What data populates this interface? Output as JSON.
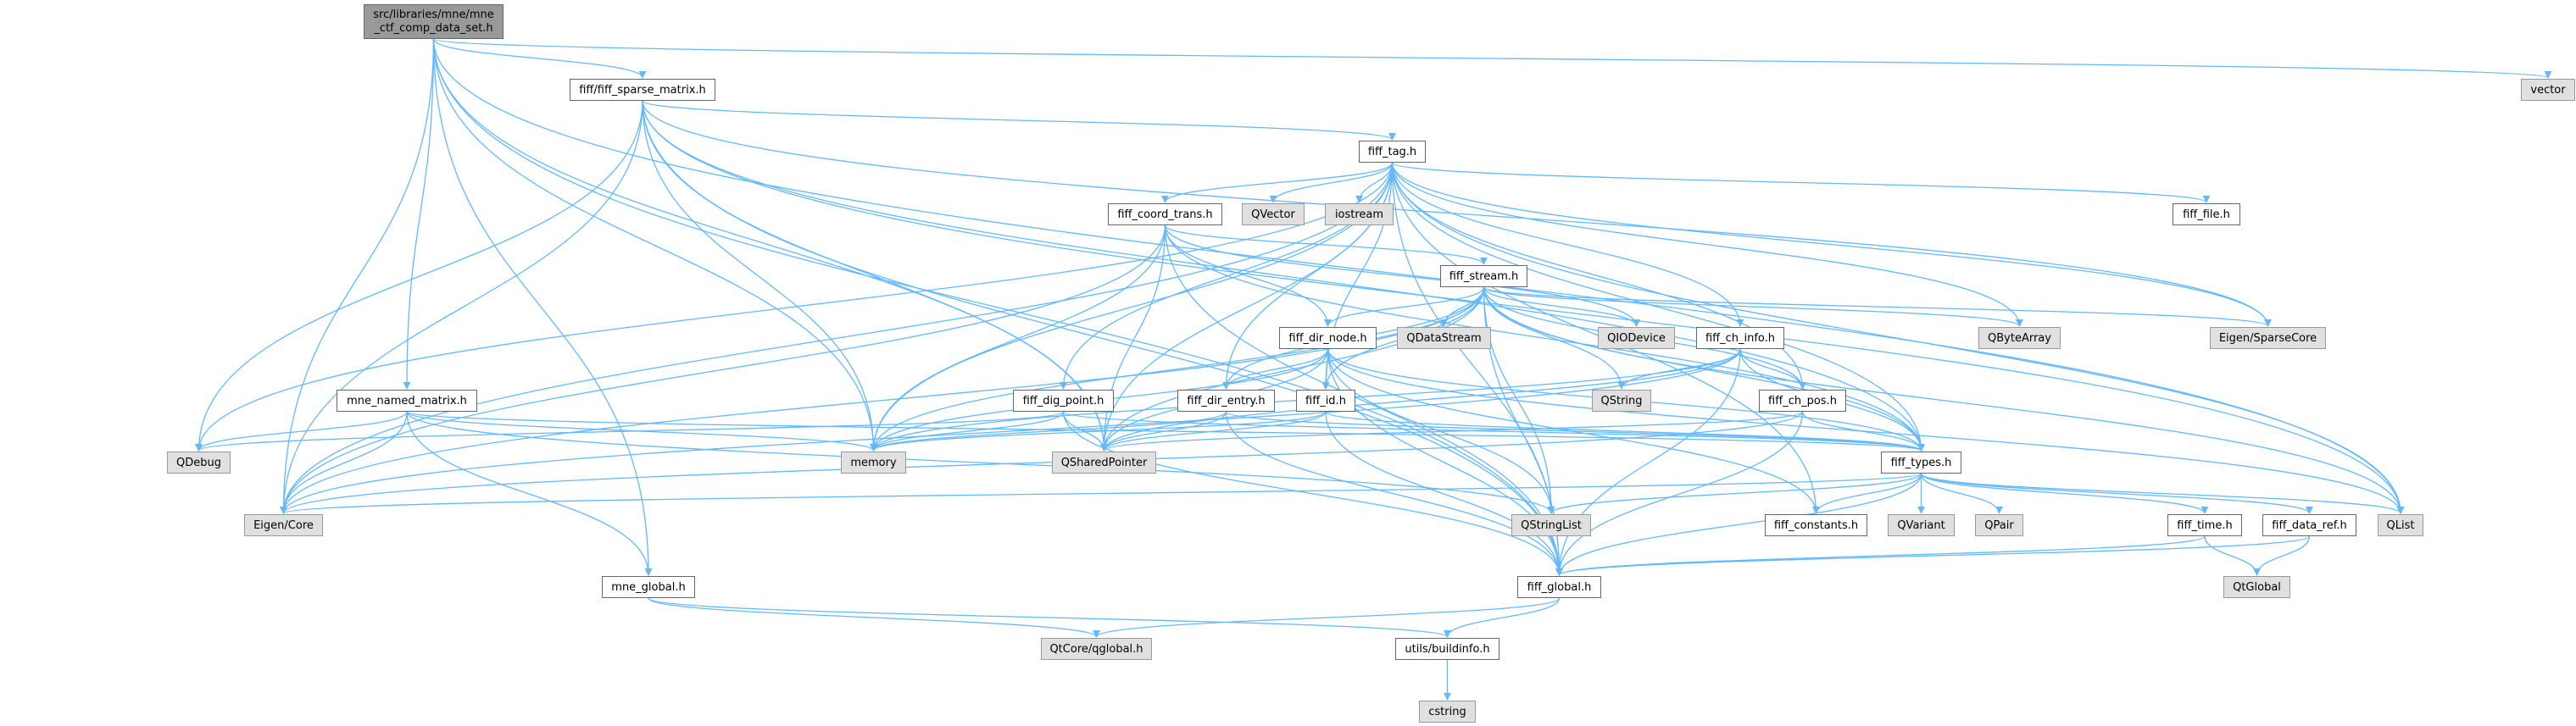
{
  "graph": {
    "title": "Include dependency graph",
    "colors": {
      "edge": "#63b8ff",
      "root_fill": "#999999",
      "external_fill": "#e0e0e0",
      "internal_fill": "#ffffff"
    },
    "root": {
      "id": "root",
      "label_line1": "src/libraries/mne/mne",
      "label_line2": "_ctf_comp_data_set.h"
    },
    "nodes": {
      "vector": "vector",
      "sparse": "fiff/fiff_sparse_matrix.h",
      "tag": "fiff_tag.h",
      "coord": "fiff_coord_trans.h",
      "qvector": "QVector",
      "iostream": "iostream",
      "file": "fiff_file.h",
      "stream": "fiff_stream.h",
      "dirnode": "fiff_dir_node.h",
      "qdatastream": "QDataStream",
      "qiodevice": "QIODevice",
      "chinfo": "fiff_ch_info.h",
      "qbytearray": "QByteArray",
      "sparsecore": "Eigen/SparseCore",
      "named": "mne_named_matrix.h",
      "digpoint": "fiff_dig_point.h",
      "direntry": "fiff_dir_entry.h",
      "id": "fiff_id.h",
      "qstring": "QString",
      "chpos": "fiff_ch_pos.h",
      "qdebug": "QDebug",
      "memory": "memory",
      "qshared": "QSharedPointer",
      "types": "fiff_types.h",
      "eigencore": "Eigen/Core",
      "qstringlist": "QStringList",
      "constants": "fiff_constants.h",
      "qvariant": "QVariant",
      "qpair": "QPair",
      "time": "fiff_time.h",
      "dataref": "fiff_data_ref.h",
      "qlist": "QList",
      "mneglobal": "mne_global.h",
      "global": "fiff_global.h",
      "qtglobal": "QtGlobal",
      "qglobal": "QtCore/qglobal.h",
      "buildinfo": "utils/buildinfo.h",
      "cstring": "cstring"
    },
    "external": [
      "vector",
      "qvector",
      "iostream",
      "qdatastream",
      "qiodevice",
      "qbytearray",
      "sparsecore",
      "qstring",
      "qdebug",
      "memory",
      "qshared",
      "eigencore",
      "qstringlist",
      "qvariant",
      "qpair",
      "qlist",
      "qtglobal",
      "qglobal",
      "cstring"
    ],
    "edges": [
      [
        "root",
        "vector"
      ],
      [
        "root",
        "sparse"
      ],
      [
        "root",
        "named"
      ],
      [
        "root",
        "mneglobal"
      ],
      [
        "root",
        "eigencore"
      ],
      [
        "root",
        "memory"
      ],
      [
        "root",
        "qshared"
      ],
      [
        "root",
        "qlist"
      ],
      [
        "root",
        "global"
      ],
      [
        "sparse",
        "tag"
      ],
      [
        "sparse",
        "types"
      ],
      [
        "sparse",
        "global"
      ],
      [
        "sparse",
        "sparsecore"
      ],
      [
        "sparse",
        "qdebug"
      ],
      [
        "sparse",
        "eigencore"
      ],
      [
        "sparse",
        "memory"
      ],
      [
        "sparse",
        "qshared"
      ],
      [
        "sparse",
        "qlist"
      ],
      [
        "tag",
        "coord"
      ],
      [
        "tag",
        "qvector"
      ],
      [
        "tag",
        "iostream"
      ],
      [
        "tag",
        "file"
      ],
      [
        "tag",
        "chinfo"
      ],
      [
        "tag",
        "digpoint"
      ],
      [
        "tag",
        "direntry"
      ],
      [
        "tag",
        "id"
      ],
      [
        "tag",
        "qbytearray"
      ],
      [
        "tag",
        "sparsecore"
      ],
      [
        "tag",
        "qlist"
      ],
      [
        "tag",
        "global"
      ],
      [
        "tag",
        "types"
      ],
      [
        "tag",
        "chpos"
      ],
      [
        "tag",
        "constants"
      ],
      [
        "tag",
        "memory"
      ],
      [
        "tag",
        "qshared"
      ],
      [
        "tag",
        "qdebug"
      ],
      [
        "tag",
        "eigencore"
      ],
      [
        "coord",
        "stream"
      ],
      [
        "coord",
        "dirnode"
      ],
      [
        "coord",
        "qiodevice"
      ],
      [
        "coord",
        "types"
      ],
      [
        "coord",
        "memory"
      ],
      [
        "coord",
        "qshared"
      ],
      [
        "coord",
        "eigencore"
      ],
      [
        "coord",
        "global"
      ],
      [
        "stream",
        "dirnode"
      ],
      [
        "stream",
        "qdatastream"
      ],
      [
        "stream",
        "qiodevice"
      ],
      [
        "stream",
        "qstring"
      ],
      [
        "stream",
        "qbytearray"
      ],
      [
        "stream",
        "sparsecore"
      ],
      [
        "stream",
        "qlist"
      ],
      [
        "stream",
        "qstringlist"
      ],
      [
        "stream",
        "types"
      ],
      [
        "stream",
        "global"
      ],
      [
        "stream",
        "direntry"
      ],
      [
        "stream",
        "id"
      ],
      [
        "stream",
        "memory"
      ],
      [
        "stream",
        "qshared"
      ],
      [
        "stream",
        "eigencore"
      ],
      [
        "stream",
        "chpos"
      ],
      [
        "dirnode",
        "direntry"
      ],
      [
        "dirnode",
        "id"
      ],
      [
        "dirnode",
        "types"
      ],
      [
        "dirnode",
        "global"
      ],
      [
        "dirnode",
        "memory"
      ],
      [
        "dirnode",
        "qshared"
      ],
      [
        "dirnode",
        "qstringlist"
      ],
      [
        "dirnode",
        "qlist"
      ],
      [
        "dirnode",
        "constants"
      ],
      [
        "chinfo",
        "qstring"
      ],
      [
        "chinfo",
        "chpos"
      ],
      [
        "chinfo",
        "types"
      ],
      [
        "chinfo",
        "global"
      ],
      [
        "chinfo",
        "memory"
      ],
      [
        "chinfo",
        "qshared"
      ],
      [
        "chinfo",
        "eigencore"
      ],
      [
        "chpos",
        "types"
      ],
      [
        "chpos",
        "global"
      ],
      [
        "chpos",
        "qshared"
      ],
      [
        "chpos",
        "eigencore"
      ],
      [
        "digpoint",
        "types"
      ],
      [
        "digpoint",
        "global"
      ],
      [
        "digpoint",
        "qdebug"
      ],
      [
        "digpoint",
        "memory"
      ],
      [
        "digpoint",
        "qshared"
      ],
      [
        "direntry",
        "types"
      ],
      [
        "direntry",
        "global"
      ],
      [
        "direntry",
        "memory"
      ],
      [
        "direntry",
        "qshared"
      ],
      [
        "id",
        "types"
      ],
      [
        "id",
        "global"
      ],
      [
        "id",
        "memory"
      ],
      [
        "id",
        "qshared"
      ],
      [
        "types",
        "constants"
      ],
      [
        "types",
        "qvariant"
      ],
      [
        "types",
        "qpair"
      ],
      [
        "types",
        "qlist"
      ],
      [
        "types",
        "time"
      ],
      [
        "types",
        "dataref"
      ],
      [
        "types",
        "eigencore"
      ],
      [
        "types",
        "qstringlist"
      ],
      [
        "types",
        "global"
      ],
      [
        "time",
        "qtglobal"
      ],
      [
        "time",
        "global"
      ],
      [
        "dataref",
        "qtglobal"
      ],
      [
        "dataref",
        "global"
      ],
      [
        "global",
        "qglobal"
      ],
      [
        "global",
        "buildinfo"
      ],
      [
        "buildinfo",
        "cstring"
      ],
      [
        "named",
        "types"
      ],
      [
        "named",
        "mneglobal"
      ],
      [
        "named",
        "eigencore"
      ],
      [
        "named",
        "memory"
      ],
      [
        "named",
        "qdebug"
      ],
      [
        "named",
        "qstringlist"
      ],
      [
        "mneglobal",
        "qglobal"
      ],
      [
        "mneglobal",
        "buildinfo"
      ]
    ]
  }
}
